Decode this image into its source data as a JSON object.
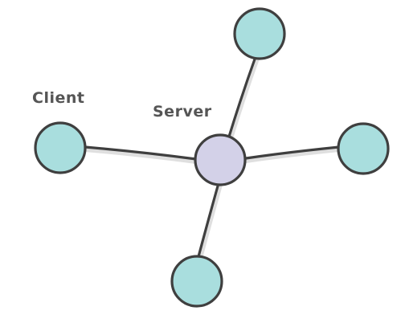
{
  "labels": {
    "client": "Client",
    "server": "Server"
  },
  "colors": {
    "client_fill": "#a9dede",
    "server_fill": "#d3d1e8",
    "stroke": "#3f3f3f",
    "edge_shadow": "#c9c9c9",
    "label": "#555555"
  },
  "nodes": [
    {
      "id": "server",
      "role": "server"
    },
    {
      "id": "client-left",
      "role": "client"
    },
    {
      "id": "client-top",
      "role": "client"
    },
    {
      "id": "client-right",
      "role": "client"
    },
    {
      "id": "client-bottom",
      "role": "client"
    }
  ],
  "edges": [
    {
      "from": "server",
      "to": "client-left"
    },
    {
      "from": "server",
      "to": "client-top"
    },
    {
      "from": "server",
      "to": "client-right"
    },
    {
      "from": "server",
      "to": "client-bottom"
    }
  ]
}
